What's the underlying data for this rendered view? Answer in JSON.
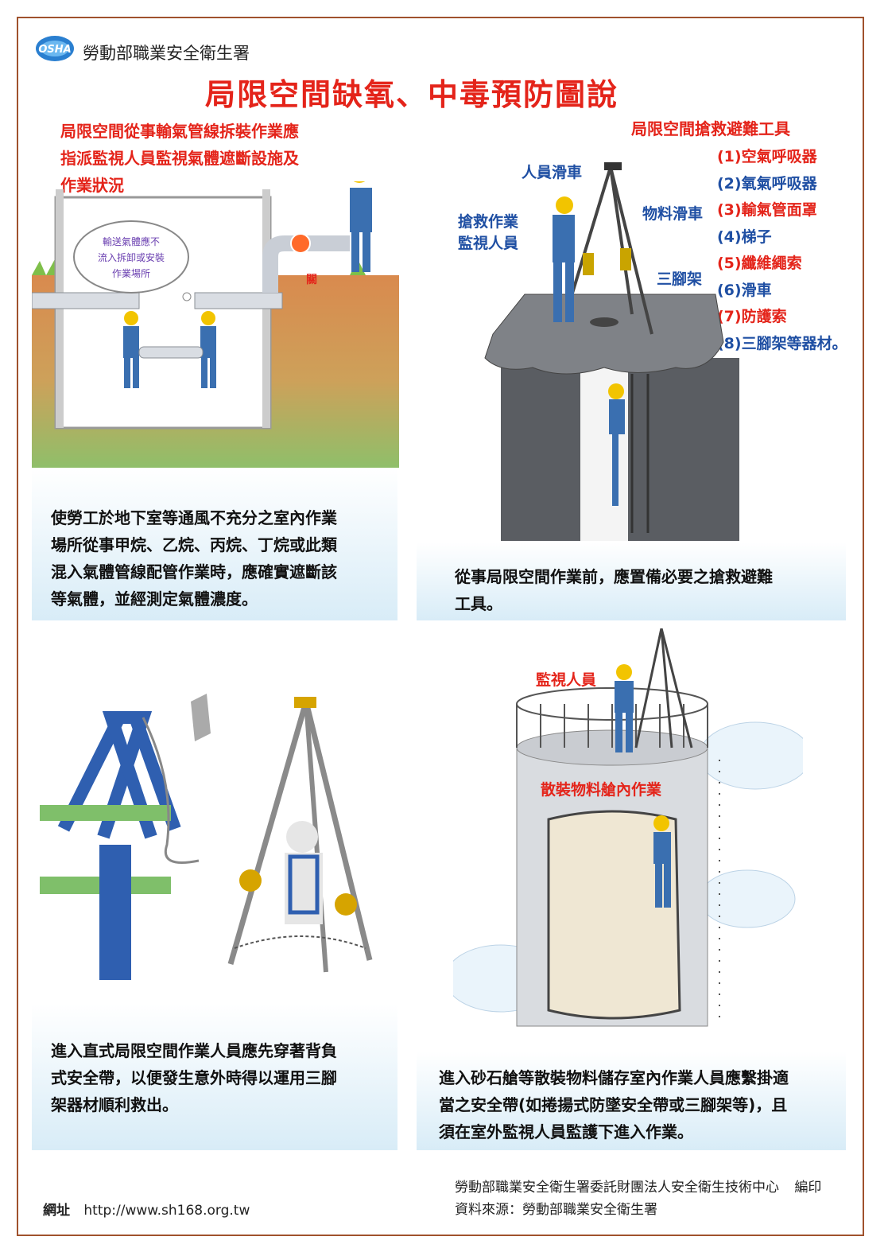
{
  "header": {
    "logo_text": "OSHA",
    "org_name": "勞動部職業安全衛生署",
    "title": "局限空間缺氧、中毒預防圖說"
  },
  "panel1": {
    "heading": [
      "局限空間從事輸氣管線拆裝作業應",
      "指派監視人員監視氣體遮斷設施及",
      "作業狀況"
    ],
    "thought": [
      "輸送氣體應不",
      "流入拆卸或安裝",
      "作業場所"
    ],
    "valve_label": "關",
    "caption": [
      "使勞工於地下室等通風不充分之室內作業",
      "場所從事甲烷、乙烷、丙烷、丁烷或此類",
      "混入氣體管線配管作業時，應確實遮斷該",
      "等氣體，並經測定氣體濃度。"
    ]
  },
  "panel2": {
    "heading": "局限空間搶救避難工具",
    "tools": [
      {
        "num": "(1)",
        "name": "空氣呼吸器",
        "color": "#e4241a"
      },
      {
        "num": "(2)",
        "name": "氧氣呼吸器",
        "color": "#1f4fa3"
      },
      {
        "num": "(3)",
        "name": "輸氣管面罩",
        "color": "#e4241a"
      },
      {
        "num": "(4)",
        "name": "梯子",
        "color": "#1f4fa3"
      },
      {
        "num": "(5)",
        "name": "纖維繩索",
        "color": "#e4241a"
      },
      {
        "num": "(6)",
        "name": "滑車",
        "color": "#1f4fa3"
      },
      {
        "num": "(7)",
        "name": "防護索",
        "color": "#e4241a"
      },
      {
        "num": "(8)",
        "name": "三腳架等器材。",
        "color": "#1f4fa3"
      }
    ],
    "labels": {
      "person_pulley": "人員滑車",
      "rescue_supervisor": [
        "搶救作業",
        "監視人員"
      ],
      "material_pulley": "物料滑車",
      "tripod": "三腳架"
    },
    "caption": [
      "從事局限空間作業前，應置備必要之搶救避難",
      "工具。"
    ]
  },
  "panel3": {
    "caption": [
      "進入直式局限空間作業人員應先穿著背負",
      "式安全帶，以便發生意外時得以運用三腳",
      "架器材順利救出。"
    ]
  },
  "panel4": {
    "labels": {
      "supervisor": "監視人員",
      "bulk_work": "散裝物料艙內作業"
    },
    "caption": [
      "進入砂石艙等散裝物料儲存室內作業人員應繫掛適",
      "當之安全帶(如捲揚式防墜安全帶或三腳架等)，且",
      "須在室外監視人員監護下進入作業。"
    ]
  },
  "footer": {
    "website_label": "網址",
    "website_url": "http://www.sh168.org.tw",
    "publisher": "勞動部職業安全衛生署委託財團法人安全衛生技術中心",
    "publisher_role": "編印",
    "source": "資料來源：勞動部職業安全衛生署"
  },
  "colors": {
    "title_red": "#e4241a",
    "label_blue": "#1f4fa3",
    "frame_brown": "#a0522d",
    "worker_blue": "#3a6fb0",
    "helmet_yellow": "#f2c400"
  }
}
